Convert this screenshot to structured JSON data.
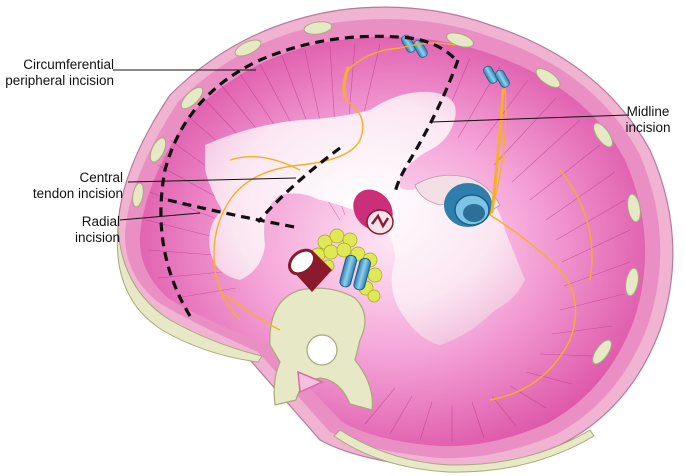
{
  "labels": {
    "circumferential": "Circumferential\nperipheral incision",
    "midline": "Midline\nincision",
    "central": "Central\ntendon incision",
    "radial": "Radial\nincision"
  },
  "colors": {
    "muscle": "#e86ec4",
    "muscle_dark": "#c23a98",
    "muscle_light": "#f6c7e7",
    "tendon": "#fbe9f4",
    "rim": "#f2b3d4",
    "nerve": "#f7b52b",
    "bone": "#e7e8c5",
    "vessel_blue": "#4aa3cf",
    "esophagus": "#cc2f7a",
    "aorta": "#8a1b2c",
    "incision": "#111111"
  }
}
